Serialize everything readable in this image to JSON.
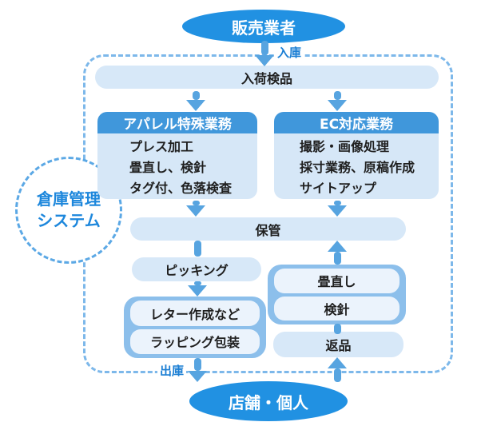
{
  "diagram": {
    "vendor_label": "販売業者",
    "inbound_label": "入庫",
    "receiving_label": "入荷検品",
    "apparel_box": {
      "header": "アパレル特殊業務",
      "items": [
        "プレス加工",
        "畳直し、検針",
        "タグ付、色落検査"
      ]
    },
    "ec_box": {
      "header": "EC対応業務",
      "items": [
        "撮影・画像処理",
        "採寸業務、原稿作成",
        "サイトアップ"
      ]
    },
    "storage_label": "保管",
    "picking_label": "ピッキング",
    "shipping_group": {
      "items": [
        "レター作成など",
        "ラッピング包装"
      ]
    },
    "returns_group": {
      "items": [
        "畳直し",
        "検針"
      ]
    },
    "returns_label": "返品",
    "outbound_label": "出庫",
    "customer_label": "店舗・個人",
    "system_circle": {
      "line1": "倉庫管理",
      "line2": "システム"
    }
  },
  "colors": {
    "ellipse_blue": "#2191e2",
    "header_blue": "#4097db",
    "light_fill": "#d7e8f8",
    "group_fill": "#8cbfeb",
    "inner_pill_fill": "#ebf3fc",
    "arrow_blue": "#57a4e0",
    "dashed_border_blue": "#7db8ea",
    "label_blue": "#1c7fd4",
    "text_dark": "#1f1f1f"
  }
}
